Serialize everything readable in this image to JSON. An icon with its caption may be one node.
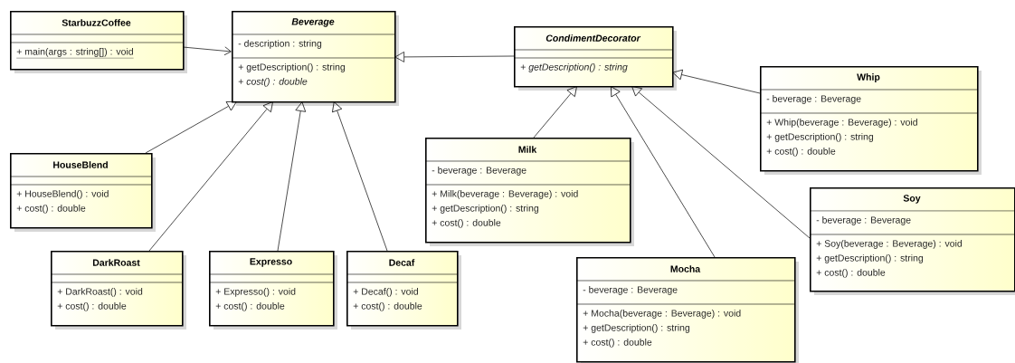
{
  "diagram": {
    "nodes": [
      {
        "text": [
          "StarbuzzCoffee",
          "+ main(args : string[]) : void"
        ]
      },
      {
        "text": [
          "Beverage",
          "- description : string",
          "+ getDescription() : string",
          "+ *cost() : double*"
        ]
      },
      {
        "text": [
          "CondimentDecorator",
          "+ *getDescription() : string*"
        ]
      },
      {
        "text": [
          "Whip",
          "- beverage : Beverage",
          "+ Whip(beverage : Beverage) : void",
          "+ getDescription() : string",
          "+ cost() : double"
        ]
      },
      {
        "text": [
          "HouseBlend",
          "+ HouseBlend() : void",
          "+ cost() : double"
        ]
      },
      {
        "text": [
          "Milk",
          "- beverage : Beverage",
          "+ Milk(beverage : Beverage) : void",
          "+ getDescription() : string",
          "+ cost() : double"
        ]
      },
      {
        "text": [
          "Soy",
          "- beverage : Beverage",
          "+ Soy(beverage : Beverage) : void",
          "+ getDescription() : string",
          "+ cost() : double"
        ]
      },
      {
        "text": [
          "DarkRoast",
          "+ DarkRoast() : void",
          "+ cost() : double"
        ]
      },
      {
        "text": [
          "Expresso",
          "+ Expresso() : void",
          "+ cost() : double"
        ]
      },
      {
        "text": [
          "Decaf",
          "+ Decaf() : void",
          "+ cost() : double"
        ]
      },
      {
        "text": [
          "Mocha",
          "- beverage : Beverage",
          "+ Mocha(beverage : Beverage) : void",
          "+ getDescription() : string",
          "+ cost() : double"
        ]
      }
    ],
    "edges": [
      {
        "from": 0,
        "to": 1,
        "arrow": "to"
      },
      {
        "from": 2,
        "to": 1,
        "arrow": "to"
      },
      {
        "from": 4,
        "to": 1,
        "arrow": "to"
      },
      {
        "from": 7,
        "to": 1,
        "arrow": "to"
      },
      {
        "from": 8,
        "to": 1,
        "arrow": "to"
      },
      {
        "from": 9,
        "to": 1,
        "arrow": "to"
      },
      {
        "from": 5,
        "to": 2,
        "arrow": "to"
      },
      {
        "from": 10,
        "to": 2,
        "arrow": "to"
      },
      {
        "from": 6,
        "to": 2,
        "arrow": "to"
      },
      {
        "from": 3,
        "to": 2,
        "arrow": "to"
      }
    ]
  }
}
